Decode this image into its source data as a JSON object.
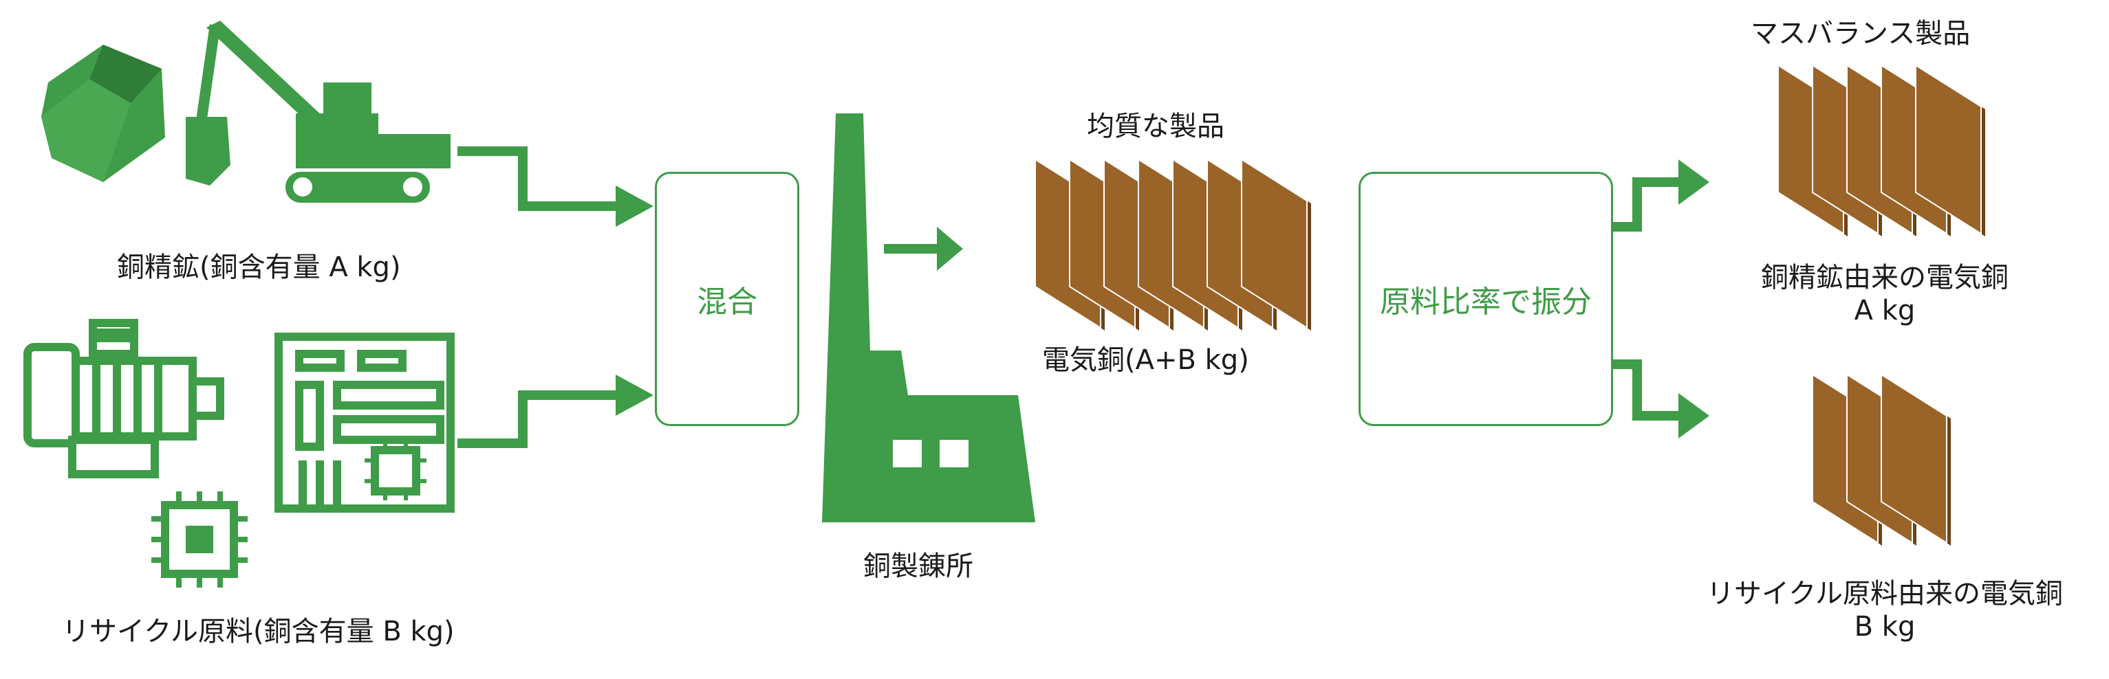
{
  "colors": {
    "green": "#3f9c48",
    "copper": "#9a6328",
    "copper_edge": "#6e4318",
    "text": "#1a1a1a"
  },
  "inputs": {
    "ore_label": "銅精鉱(銅含有量 A kg)",
    "recycle_label": "リサイクル原料(銅含有量 B kg)"
  },
  "process": {
    "mix_label": "混合",
    "smelter_label": "銅製錬所",
    "allocation_label": "原料比率で振分"
  },
  "products": {
    "homogeneous_title": "均質な製品",
    "electro_copper_label": "電気銅(A+B kg)",
    "mass_balance_title": "マスバランス製品",
    "ore_derived_line1": "銅精鉱由来の電気銅",
    "ore_derived_line2": "A kg",
    "recycle_derived_line1": "リサイクル原料由来の電気銅",
    "recycle_derived_line2": "B kg"
  },
  "icons": [
    "ore-rock-icon",
    "excavator-icon",
    "electric-motor-icon",
    "circuit-board-icon",
    "microchip-icon",
    "smelter-factory-icon",
    "copper-cathode-stack-icon"
  ]
}
